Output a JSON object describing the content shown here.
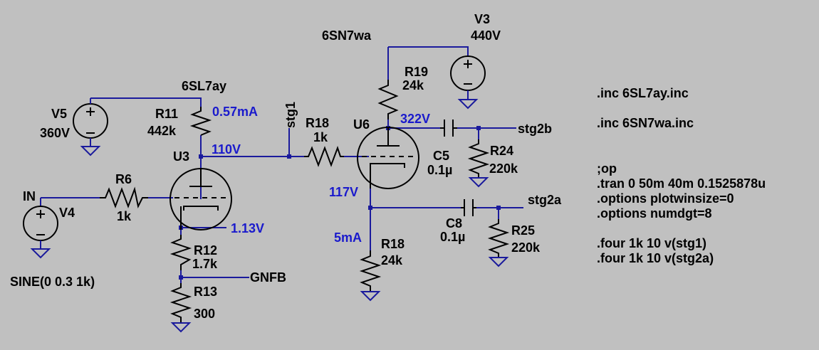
{
  "labels": {
    "v3_name": "V3",
    "v3_value": "440V",
    "u6_model": "6SN7wa",
    "r19_name": "R19",
    "r19_value": "24k",
    "u3_model": "6SL7ay",
    "v5_name": "V5",
    "v5_value": "360V",
    "r11_name": "R11",
    "r11_value": "442k",
    "i_r11": "0.57mA",
    "stg1": "stg1",
    "r18a_name": "R18",
    "r18a_value": "1k",
    "u6_name": "U6",
    "v_plate_u6": "322V",
    "stg2b": "stg2b",
    "u3_name": "U3",
    "v_plate_u3": "110V",
    "c5_name": "C5",
    "c5_value": "0.1µ",
    "r24_name": "R24",
    "r24_value": "220k",
    "in": "IN",
    "v4_name": "V4",
    "r6_name": "R6",
    "r6_value": "1k",
    "v_cath_u6": "117V",
    "stg2a": "stg2a",
    "c8_name": "C8",
    "c8_value": "0.1µ",
    "r25_name": "R25",
    "r25_value": "220k",
    "v_cath_u3": "1.13V",
    "i_r18b": "5mA",
    "r18b_name": "R18",
    "r18b_value": "24k",
    "r12_name": "R12",
    "r12_value": "1.7k",
    "gnfb": "GNFB",
    "r13_name": "R13",
    "r13_value": "300",
    "sine": "SINE(0 0.3 1k)"
  },
  "directives": [
    ".inc 6SL7ay.inc",
    ".inc 6SN7wa.inc",
    ";op",
    ".tran 0 50m 40m 0.1525878u",
    ".options plotwinsize=0",
    ".options numdgt=8",
    ".four 1k 10 v(stg1)",
    ".four 1k 10 v(stg2a)"
  ],
  "colors": {
    "background": "#c0c0c0",
    "wire": "#1a1a9c",
    "annotation": "#1a1acc",
    "text": "#000000"
  }
}
